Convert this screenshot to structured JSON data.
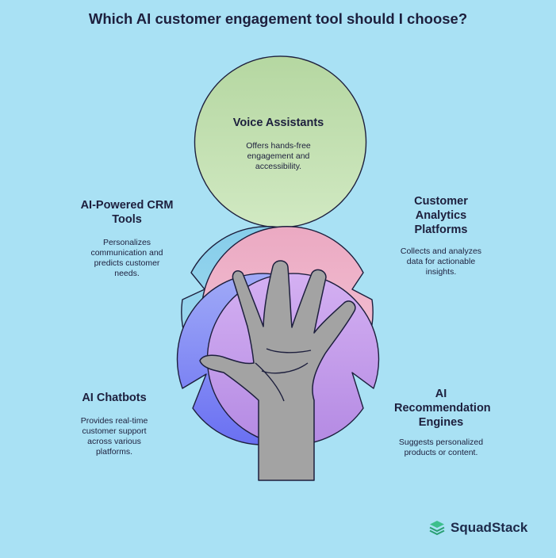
{
  "title": "Which AI customer engagement tool should I choose?",
  "bubbles": [
    {
      "heading": "Voice Assistants",
      "description": "Offers hands-free engagement and accessibility."
    },
    {
      "heading": "AI-Powered CRM Tools",
      "description": "Personalizes communication and predicts customer needs."
    },
    {
      "heading": "Customer Analytics Platforms",
      "description": "Collects and analyzes data for actionable insights."
    },
    {
      "heading": "AI Chatbots",
      "description": "Provides real-time customer support across various platforms."
    },
    {
      "heading": "AI Recommendation Engines",
      "description": "Suggests personalized products or content."
    }
  ],
  "brand": {
    "name": "SquadStack"
  },
  "colors": {
    "background": "#a9e1f4",
    "voice": "#c3e0b0",
    "crm": "#8fd3ee",
    "analytics": "#f0b6cc",
    "chatbots": "#8086f5",
    "recommendation": "#c89ce9",
    "hand": "#a3a3a3",
    "logo": "#3dbf8c"
  },
  "icons": [
    "hand-icon",
    "squadstack-logo-icon"
  ]
}
